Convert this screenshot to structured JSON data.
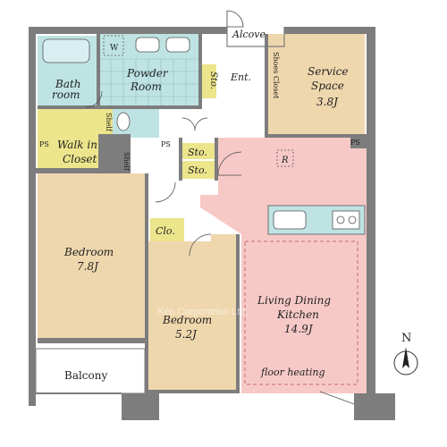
{
  "colors": {
    "wall": "#7d7d7d",
    "wet_area": "#bfe3e3",
    "closet": "#ece58c",
    "room_wood": "#efd7ad",
    "ldk": "#f6c9c7",
    "balcony": "#ffffff"
  },
  "rooms": {
    "alcove": "Alcove",
    "bath": [
      "Bath",
      "room"
    ],
    "powder": [
      "Powder",
      "Room"
    ],
    "powder_w": "W",
    "sto_vertical": "Sto.",
    "entrance": "Ent.",
    "shoes_closet": "Shoes Closet",
    "service": [
      "Service",
      "Space",
      "3.8J"
    ],
    "walkin": [
      "Walk in",
      "Closet"
    ],
    "shelf_a": "Shelf",
    "shelf_b": "Shelf",
    "ps_left": "PS",
    "ps_mid": "PS",
    "ps_right": "PS",
    "sto_1": "Sto.",
    "sto_2": "Sto.",
    "r_mark": "R",
    "bedroom1": [
      "Bedroom",
      "7.8J"
    ],
    "closet": "Clo.",
    "bedroom2": [
      "Bedroom",
      "5.2J"
    ],
    "ldk": [
      "Living Dining",
      "Kitchen",
      "14.9J"
    ],
    "floor_heating": "floor heating",
    "balcony": "Balcony",
    "north": "N"
  },
  "watermark": "Ken Corporation Ltd."
}
